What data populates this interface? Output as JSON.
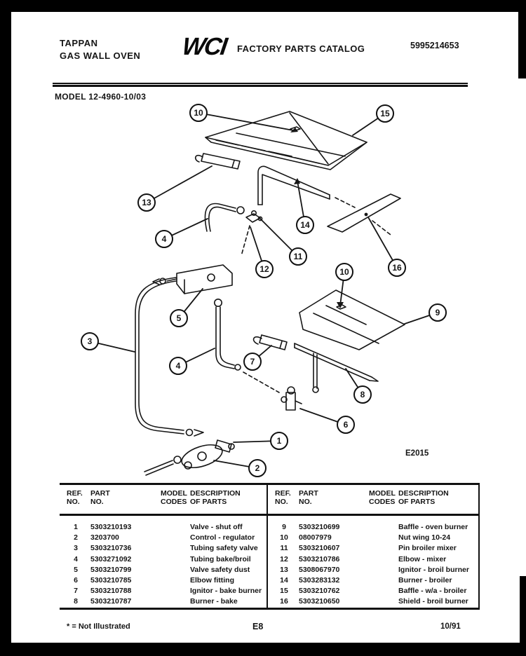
{
  "header": {
    "brand_line1": "TAPPAN",
    "brand_line2": "GAS WALL OVEN",
    "logo": "WCI",
    "catalog_title": "FACTORY PARTS CATALOG",
    "publication_number": "5995214653",
    "model_line": "MODEL 12-4960-10/03"
  },
  "diagram": {
    "figure_code": "E2015",
    "callouts": [
      {
        "n": "10"
      },
      {
        "n": "15"
      },
      {
        "n": "13"
      },
      {
        "n": "4"
      },
      {
        "n": "14"
      },
      {
        "n": "11"
      },
      {
        "n": "12"
      },
      {
        "n": "16"
      },
      {
        "n": "10"
      },
      {
        "n": "9"
      },
      {
        "n": "5"
      },
      {
        "n": "3"
      },
      {
        "n": "7"
      },
      {
        "n": "4"
      },
      {
        "n": "8"
      },
      {
        "n": "6"
      },
      {
        "n": "1"
      },
      {
        "n": "2"
      }
    ]
  },
  "table": {
    "columns": [
      "REF.\nNO.",
      "PART\nNO.",
      "MODEL\nCODES",
      "DESCRIPTION\nOF PARTS"
    ],
    "left_rows": [
      {
        "ref": "1",
        "part": "5303210193",
        "model": "",
        "desc": "Valve - shut off"
      },
      {
        "ref": "2",
        "part": "3203700",
        "model": "",
        "desc": "Control - regulator"
      },
      {
        "ref": "3",
        "part": "5303210736",
        "model": "",
        "desc": "Tubing safety valve"
      },
      {
        "ref": "4",
        "part": "5303271092",
        "model": "",
        "desc": "Tubing bake/broil"
      },
      {
        "ref": "5",
        "part": "5303210799",
        "model": "",
        "desc": "Valve safety dust"
      },
      {
        "ref": "6",
        "part": "5303210785",
        "model": "",
        "desc": "Elbow fitting"
      },
      {
        "ref": "7",
        "part": "5303210788",
        "model": "",
        "desc": "Ignitor - bake burner"
      },
      {
        "ref": "8",
        "part": "5303210787",
        "model": "",
        "desc": "Burner - bake"
      }
    ],
    "right_rows": [
      {
        "ref": "9",
        "part": "5303210699",
        "model": "",
        "desc": "Baffle - oven burner"
      },
      {
        "ref": "10",
        "part": "08007979",
        "model": "",
        "desc": "Nut wing 10-24"
      },
      {
        "ref": "11",
        "part": "5303210607",
        "model": "",
        "desc": "Pin broiler mixer"
      },
      {
        "ref": "12",
        "part": "5303210786",
        "model": "",
        "desc": "Elbow - mixer"
      },
      {
        "ref": "13",
        "part": "5308067970",
        "model": "",
        "desc": "Ignitor - broil burner"
      },
      {
        "ref": "14",
        "part": "5303283132",
        "model": "",
        "desc": "Burner - broiler"
      },
      {
        "ref": "15",
        "part": "5303210762",
        "model": "",
        "desc": "Baffle - w/a - broiler"
      },
      {
        "ref": "16",
        "part": "5303210650",
        "model": "",
        "desc": "Shield - broil burner"
      }
    ]
  },
  "footer": {
    "legend": "* = Not Illustrated",
    "page_code": "E8",
    "date_code": "10/91"
  }
}
